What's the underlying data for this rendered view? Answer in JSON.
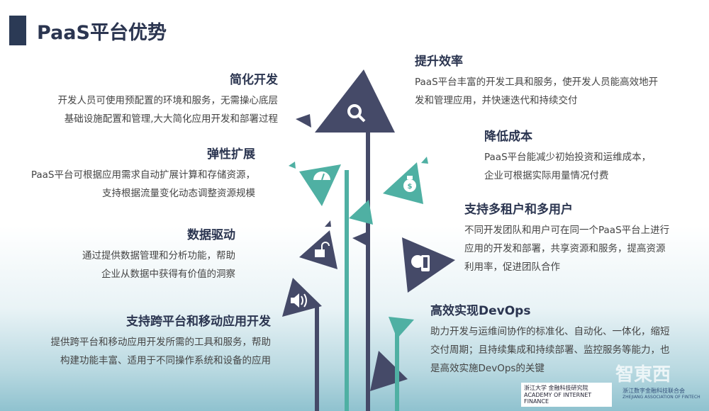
{
  "title": "PaaS平台优势",
  "colors": {
    "dark": "#454a68",
    "teal": "#4fb0a3",
    "heading": "#2b3550"
  },
  "left": [
    {
      "heading": "简化开发",
      "lines": [
        "开发人员可使用预配置的环境和服务，无需操心底层",
        "基础设施配置和管理,大大简化应用开发和部署过程"
      ]
    },
    {
      "heading": "弹性扩展",
      "lines": [
        "PaaS平台可根据应用需求自动扩展计算和存储资源，",
        "支持根据流量变化动态调整资源规模"
      ]
    },
    {
      "heading": "数据驱动",
      "lines": [
        "通过提供数据管理和分析功能，帮助",
        "企业从数据中获得有价值的洞察"
      ]
    },
    {
      "heading": "支持跨平台和移动应用开发",
      "lines": [
        "提供跨平台和移动应用开发所需的工具和服务，帮助",
        "构建功能丰富、适用于不同操作系统和设备的应用"
      ]
    }
  ],
  "right": [
    {
      "heading": "提升效率",
      "lines": [
        "PaaS平台丰富的开发工具和服务，使开发人员能高效地开",
        "发和管理应用，并快速迭代和持续交付"
      ]
    },
    {
      "heading": "降低成本",
      "lines": [
        "PaaS平台能减少初始投资和运维成本，",
        "企业可根据实际用量情况付费"
      ]
    },
    {
      "heading": "支持多租户和多用户",
      "lines": [
        "不同开发团队和用户可在同一个PaaS平台上进行",
        "应用的开发和部署，共享资源和服务，提高资源",
        "利用率，促进团队合作"
      ]
    },
    {
      "heading": "高效实现DevOps",
      "lines": [
        "助力开发与运维间协作的标准化、自动化、一体化，缩短",
        "交付周期；且持续集成和持续部署、监控服务等能力，也",
        "是高效实施DevOps的关键"
      ]
    }
  ],
  "icons": [
    "search-icon",
    "gauge-icon",
    "money-bag-icon",
    "lock-open-icon",
    "gear-mobile-icon",
    "speaker-icon"
  ],
  "logos": {
    "zju_cn": "浙江大学 金融科技研究院",
    "zju_en": "ACADEMY OF INTERNET FINANCE",
    "assoc_cn": "浙江数字金融科技联合会",
    "assoc_en": "ZHEJIANG ASSOCIATION OF FINTECH",
    "watermark": "智東西"
  }
}
